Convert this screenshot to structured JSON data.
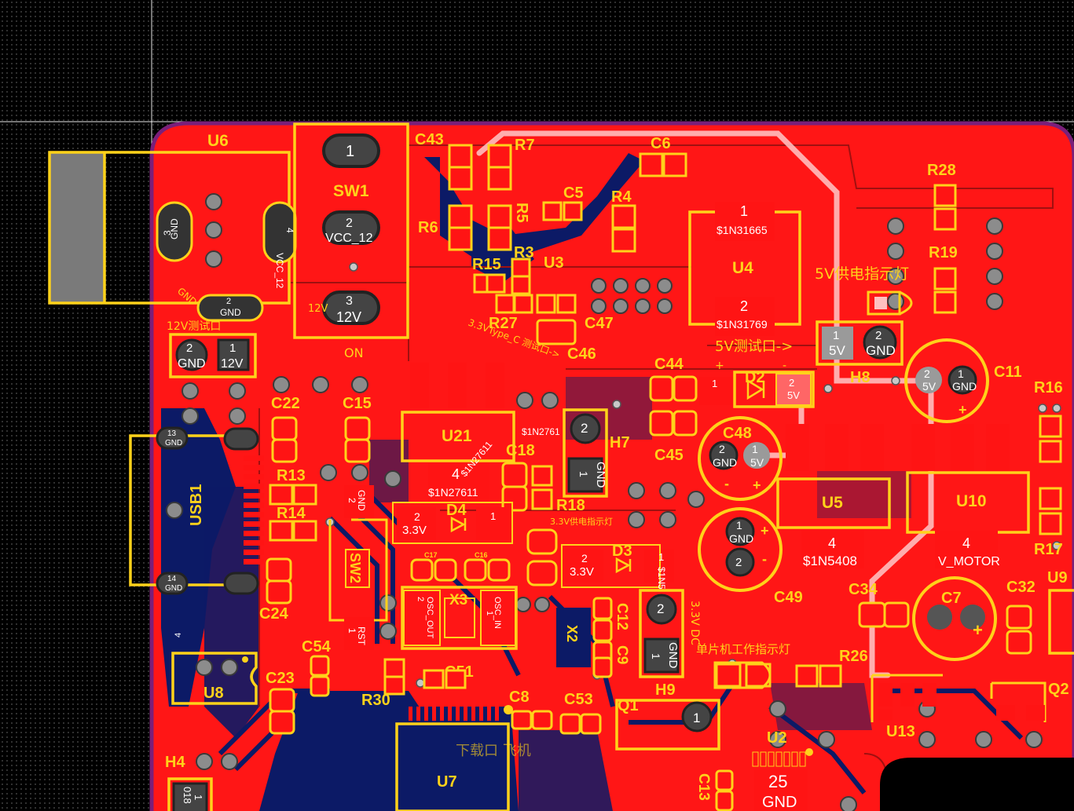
{
  "board": {
    "colors": {
      "background": "#000000",
      "board_fill": "#ff1616",
      "bottom_copper": "#0c1a66",
      "silkscreen": "#ffd21a",
      "outline": "#7a1f7a",
      "highlight": "#ffc8c8"
    },
    "crosshair": "cursor-crosshair"
  },
  "components": {
    "u6": "U6",
    "sw1": "SW1",
    "c43": "C43",
    "r7": "R7",
    "c6": "C6",
    "c5": "C5",
    "r4": "R4",
    "r6": "R6",
    "r5": "R5",
    "r15": "R15",
    "r3": "R3",
    "u3": "U3",
    "u4": "U4",
    "r28": "R28",
    "r19": "R19",
    "r27": "R27",
    "c47": "C47",
    "c46": "C46",
    "c44": "C44",
    "d2": "D2",
    "h8": "H8",
    "c11": "C11",
    "r16": "R16",
    "c22": "C22",
    "c15": "C15",
    "u21": "U21",
    "c18": "C18",
    "h7": "H7",
    "c48": "C48",
    "c45": "C45",
    "r13": "R13",
    "usb1": "USB1",
    "r14": "R14",
    "d4": "D4",
    "r18": "R18",
    "u5": "U5",
    "u10": "U10",
    "r17": "R17",
    "d3": "D3",
    "c49": "C49",
    "c34": "C34",
    "c7": "C7",
    "c32": "C32",
    "u9": "U9",
    "c24": "C24",
    "x3": "X3",
    "c12": "C12",
    "c9": "C9",
    "x2": "X2",
    "c54": "C54",
    "c51": "C51",
    "r26": "R26",
    "q2": "Q2",
    "u8": "U8",
    "c23": "C23",
    "h9": "H9",
    "u13": "U13",
    "r30": "R30",
    "c8": "C8",
    "c53": "C53",
    "q1": "Q1",
    "u2": "U2",
    "h4": "H4",
    "u7": "U7",
    "c13": "C13",
    "c17": "C17",
    "c16": "C16",
    "sw2": "SW2"
  },
  "pads": {
    "sw1_1": "1",
    "sw1_2": "2",
    "sw1_vcc": "VCC_12",
    "sw1_3": "3",
    "sw1_12v": "12V",
    "sw1_on": "ON",
    "u6_vcc": "VCC_12",
    "u6_gnd": "GND",
    "u6_4": "4",
    "u6_3": "3",
    "u6_2": "2",
    "u6_gnd2": "GND",
    "u4_1": "1",
    "u4_n1": "$1N31665",
    "u4_2": "2",
    "u4_n2": "$1N31769",
    "j12_gnd": "GND",
    "j12_12v": "12V",
    "j12_2": "2",
    "j12_1": "1",
    "h8_1": "1",
    "h8_5v": "5V",
    "h8_2": "2",
    "h8_gnd": "GND",
    "c11_2": "2",
    "c11_5v": "5V",
    "c11_1": "1",
    "c11_gnd": "GND",
    "c48_2": "2",
    "c48_gnd": "GND",
    "c48_1": "1",
    "c48_5v": "5V",
    "c49_1": "1",
    "c49_gnd": "GND",
    "c49_2": "2",
    "h7_2": "2",
    "h7_gnd": "GND",
    "h7_1": "1",
    "h9_2": "2",
    "h9_gnd": "GND",
    "h9_1": "1",
    "u21_4": "4",
    "u21_n": "$1N27611",
    "u21_n2": "$1N27611",
    "d4_2": "2",
    "d4_33": "3.3V",
    "d4_1": "1",
    "d3_2": "2",
    "d3_33": "3.3V",
    "d3_1": "1",
    "d3_n": "$1N5",
    "d2_1": "1",
    "d2_2": "2",
    "d2_5v": "5V",
    "u5_4": "4",
    "u5_n": "$1N5408",
    "u10_4": "4",
    "u10_vm": "V_MOTOR",
    "usb_13": "13",
    "usb_gnd13": "GND",
    "usb_14": "14",
    "usb_gnd14": "GND",
    "x3_2": "2",
    "x3_out": "OSC_OUT",
    "x3_1": "1",
    "x3_in": "OSC_IN",
    "sw2_gnd": "GND",
    "sw2_2": "2",
    "rst": "RST",
    "rst_1": "1",
    "u2_25": "25",
    "u2_gnd": "GND",
    "h4_018": "018",
    "h4_1": "1",
    "u8_4": "4",
    "u3_n": "$1N2761"
  },
  "silk_notes": {
    "led5v": "5V供电指示灯",
    "test12v": "12V测试口",
    "test33": "3.3VType_C 测试口->",
    "test5v": "5V测试口->",
    "led33": "3.3V供电指示灯",
    "mcu_led": "单片机工作指示灯",
    "dc33": "3.3V DC",
    "swd": "下载口 飞机",
    "gnd_u6": "GND",
    "plus": "+",
    "minus": "-"
  }
}
